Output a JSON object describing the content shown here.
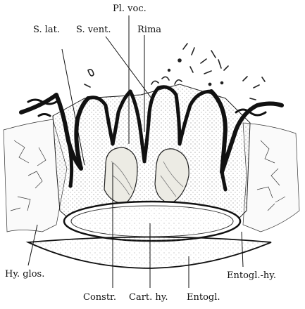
{
  "figure": {
    "labels": {
      "pl_voc": "Pl. voc.",
      "s_lat": "S. lat.",
      "s_vent": "S. vent.",
      "rima": "Rima",
      "hy_glos": "Hy. glos.",
      "constr": "Constr.",
      "cart_hy": "Cart. hy.",
      "entogl": "Entogl.",
      "entogl_hy": "Entogl.-hy."
    },
    "colors": {
      "ink": "#111111",
      "tissue": "#e9e6dc",
      "paper": "#ffffff"
    }
  }
}
